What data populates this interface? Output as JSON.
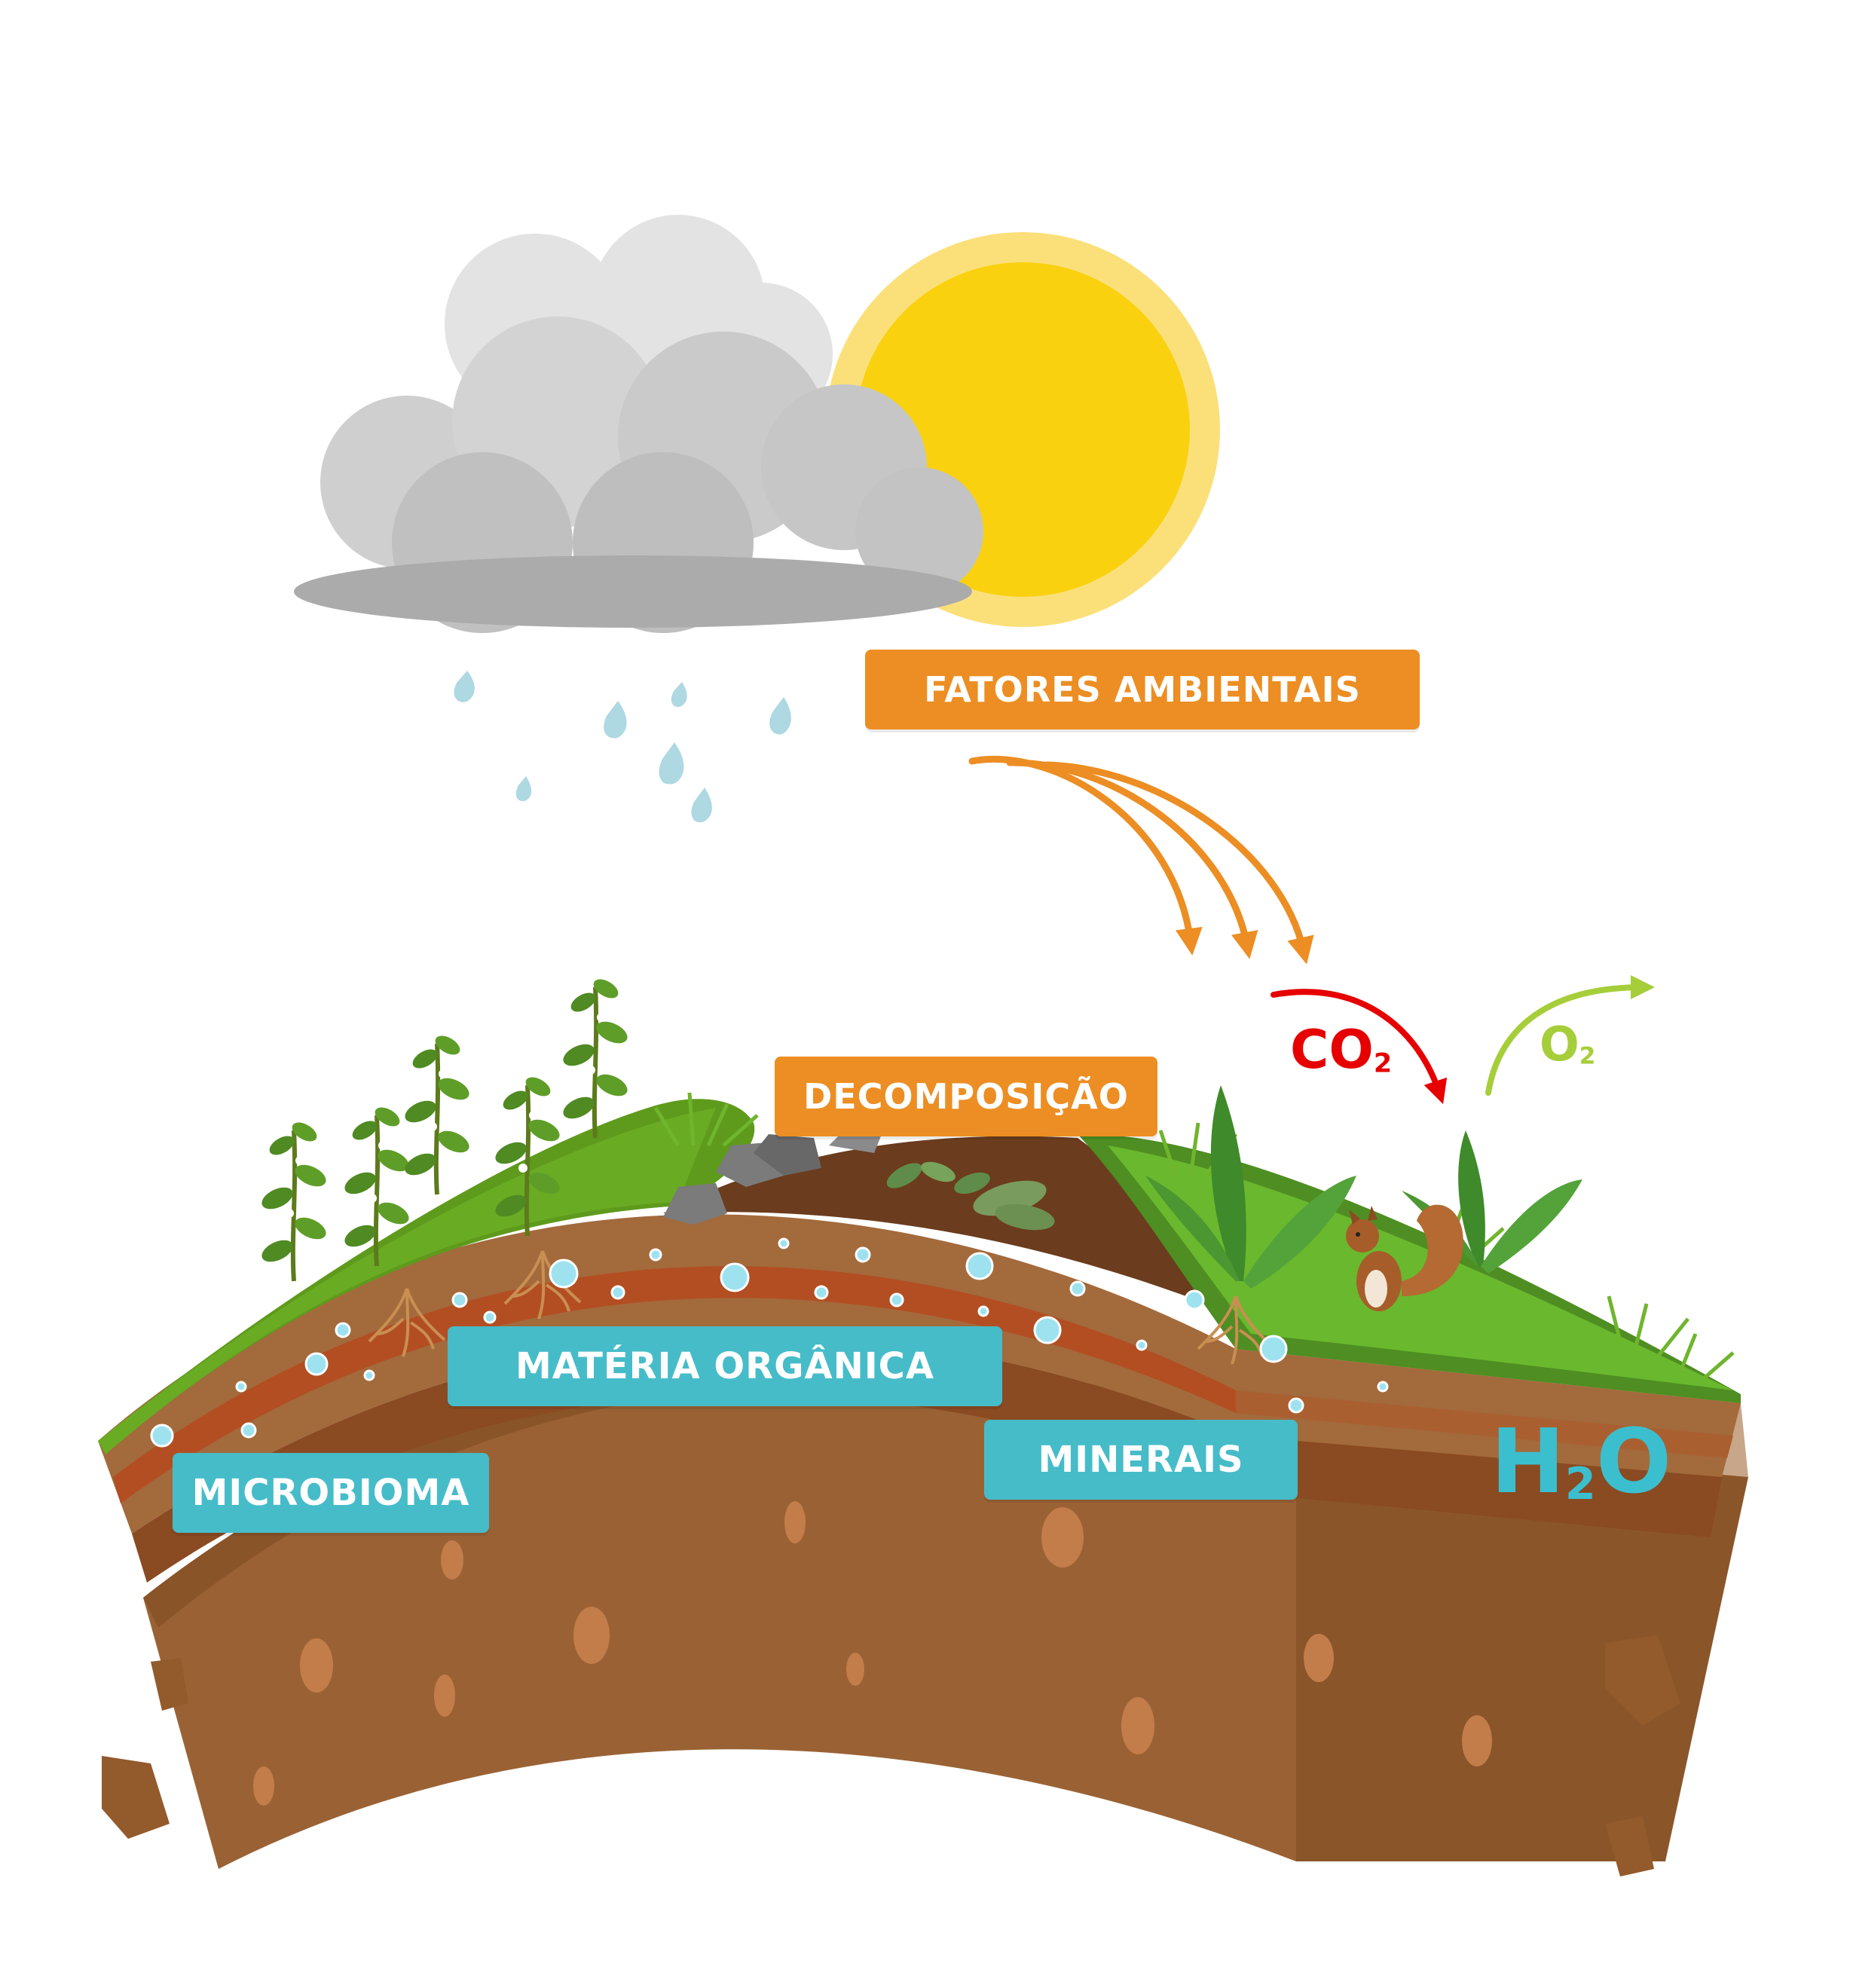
{
  "labels": {
    "fatores": "FATORES AMBIENTAIS",
    "decomposicao": "DECOMPOSIÇÃO",
    "materia": "MATÉRIA ORGÂNICA",
    "microbioma": "MICROBIOMA",
    "minerais": "MINERAIS"
  },
  "gases": {
    "co2_main": "CO",
    "co2_sub": "2",
    "o2_main": "O",
    "o2_sub": "2",
    "h2o_h": "H",
    "h2o_sub": "2",
    "h2o_o": "O"
  },
  "colors": {
    "orange": "#ec8e23",
    "teal": "#46bcc9",
    "sun": "#f9d10f",
    "co2": "#e60000",
    "o2": "#a6ce3a",
    "soil": "#9a6234",
    "grass": "#5e9a1c"
  },
  "icons": [
    "cloud-icon",
    "sun-icon",
    "raindrop-icon",
    "plant-icon",
    "squirrel-icon",
    "rock-icon",
    "leaf-icon",
    "root-icon",
    "water-bubble-icon"
  ]
}
